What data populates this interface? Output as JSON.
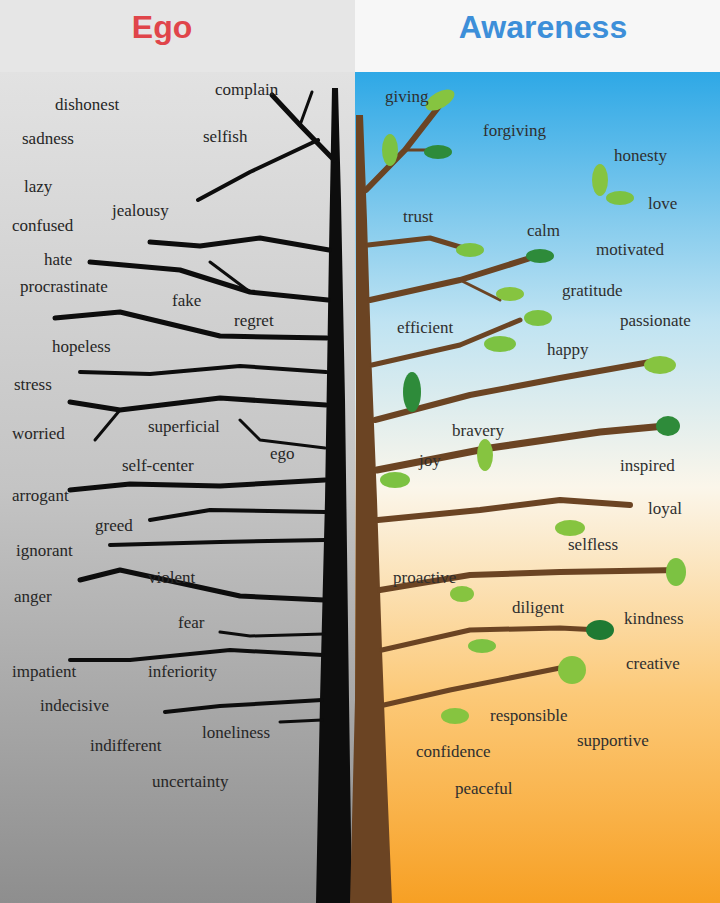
{
  "diagram": {
    "nodes": [
      {
        "text": [
          "Ego"
        ]
      },
      {
        "text": [
          "Awareness"
        ]
      }
    ],
    "labels": [
      "dishonest",
      "complain",
      "sadness",
      "selfish",
      "lazy",
      "jealousy",
      "confused",
      "hate",
      "procrastinate",
      "fake",
      "regret",
      "hopeless",
      "stress",
      "superficial",
      "worried",
      "ego",
      "self-center",
      "arrogant",
      "greed",
      "ignorant",
      "violent",
      "anger",
      "fear",
      "impatient",
      "inferiority",
      "indecisive",
      "loneliness",
      "indifferent",
      "uncertainty",
      "giving",
      "forgiving",
      "honesty",
      "love",
      "trust",
      "calm",
      "motivated",
      "gratitude",
      "passionate",
      "efficient",
      "happy",
      "bravery",
      "joy",
      "inspired",
      "loyal",
      "selfless",
      "proactive",
      "diligent",
      "kindness",
      "creative",
      "responsible",
      "supportive",
      "confidence",
      "peaceful"
    ]
  }
}
